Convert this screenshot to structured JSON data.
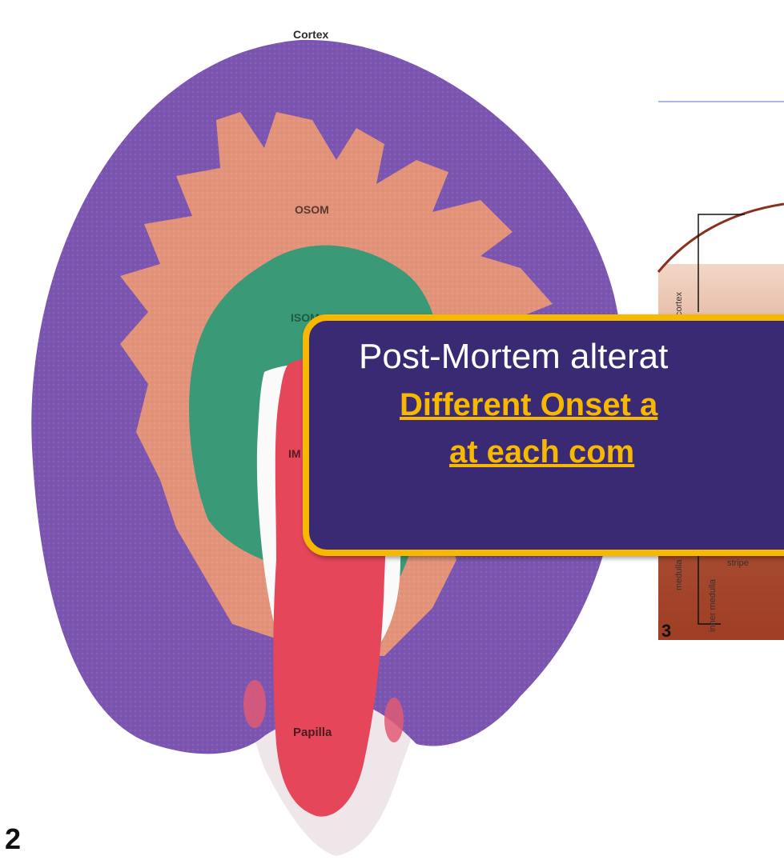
{
  "left_figure": {
    "labels": {
      "cortex": "Cortex",
      "osom": "OSOM",
      "isom": "ISOM",
      "im": "IM",
      "papilla": "Papilla"
    },
    "panel_number": "2",
    "colors": {
      "cortex": "#7b55b0",
      "osom": "#e3937a",
      "isom": "#3a9a78",
      "papilla": "#e6465a"
    }
  },
  "right_figure": {
    "labels": {
      "cortex": "cortex",
      "medulla": "medulla",
      "inner_medulla": "inner medulla",
      "stripe": "stripe"
    },
    "panel_number": "3"
  },
  "callout": {
    "line1": "Post-Mortem alterat",
    "line2": "Different Onset a",
    "line3": "at each com",
    "colors": {
      "background": "#3a2a73",
      "border": "#f6b800",
      "highlight": "#f6b800"
    }
  }
}
